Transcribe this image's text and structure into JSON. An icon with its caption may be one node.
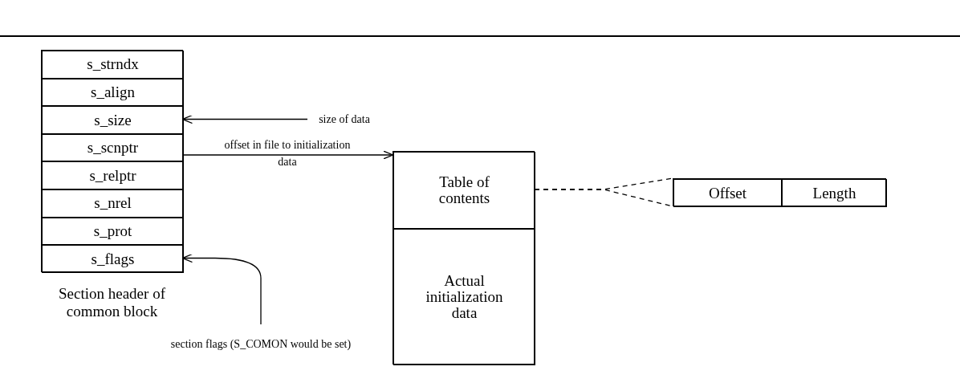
{
  "diagram": {
    "nodes": [
      {
        "text": [],
        "shape": "box"
      },
      {
        "text": [
          "s_strndx"
        ],
        "in": 0
      },
      {
        "text": [
          "s_align"
        ],
        "in": 0
      },
      {
        "text": [
          "s_size"
        ],
        "in": 0
      },
      {
        "text": [
          "s_scnptr"
        ],
        "in": 0
      },
      {
        "text": [
          "s_relptr"
        ],
        "in": 0
      },
      {
        "text": [
          "s_nrel"
        ],
        "in": 0
      },
      {
        "text": [
          "s_prot"
        ],
        "in": 0
      },
      {
        "text": [
          "s_flags"
        ],
        "in": 0
      },
      {
        "text": [
          "size of data"
        ]
      },
      {
        "text": [],
        "shape": "box"
      },
      {
        "text": [
          "Table of contents"
        ],
        "in": 10
      },
      {
        "text": [
          "Actual initialization data"
        ],
        "in": 10
      },
      {
        "text": [
          "section flags (S_COMON would be set)"
        ]
      },
      {
        "text": [],
        "shape": "box"
      },
      {
        "text": [
          "Offset"
        ],
        "in": 14
      },
      {
        "text": [
          "Length"
        ],
        "in": 14
      }
    ],
    "edges": [
      {
        "from": 9,
        "to": 3,
        "arrow": "to"
      },
      {
        "from": 4,
        "to": 11,
        "arrow": "to",
        "label": "offset in file to initialization data"
      },
      {
        "from": 13,
        "to": 8,
        "arrow": "to"
      },
      {
        "from": 11,
        "to": 14,
        "arrow": "none",
        "style": "dashed"
      },
      {
        "from": 11,
        "to": 15,
        "arrow": "none",
        "style": "dashed"
      }
    ],
    "labels": [
      "Section header of common block"
    ]
  }
}
